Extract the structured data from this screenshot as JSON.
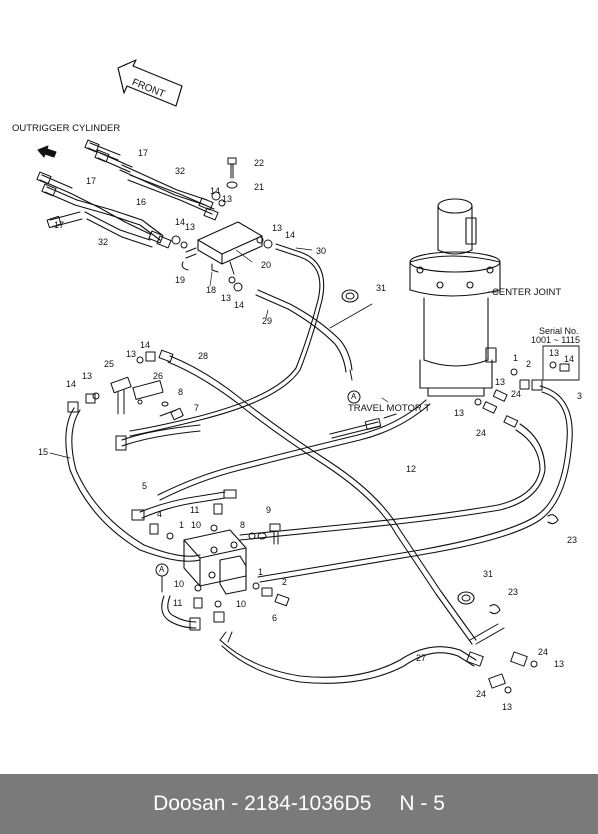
{
  "diagram": {
    "front_arrow_label": "FRONT",
    "labels": {
      "outrigger_cylinder": "OUTRIGGER CYLINDER",
      "center_joint": "CENTER JOINT",
      "travel_motor": "TRAVEL MOTOR  T",
      "serial_line1": "Serial No.",
      "serial_line2": "1001 ~ 1115",
      "circle_a_1": "A",
      "circle_a_2": "A"
    },
    "part_numbers": {
      "p22": "22",
      "p21": "21",
      "p17a": "17",
      "p32a": "32",
      "p14a": "14",
      "p13a": "13",
      "p17b": "17",
      "p16": "16",
      "p17c": "17",
      "p32b": "32",
      "p14b": "14",
      "p13b": "13",
      "p13c": "13",
      "p14c": "14",
      "p30": "30",
      "p20": "20",
      "p19": "19",
      "p18": "18",
      "p13d": "13",
      "p14d": "14",
      "p29": "29",
      "p31a": "31",
      "p14e": "14",
      "p13e": "13",
      "p25": "25",
      "p28": "28",
      "p26": "26",
      "p14f": "14",
      "p13f": "13",
      "p8a": "8",
      "p7": "7",
      "p15": "15",
      "p13s": "13",
      "p14s": "14",
      "p1a": "1",
      "p2a": "2",
      "p13g": "13",
      "p24a": "24",
      "p3": "3",
      "p13h": "13",
      "p24b": "24",
      "p12": "12",
      "p5": "5",
      "p4": "4",
      "p11a": "11",
      "p1b": "1",
      "p10a": "10",
      "p8b": "8",
      "p9": "9",
      "p23a": "23",
      "p10b": "10",
      "p1c": "1",
      "p2b": "2",
      "p11b": "11",
      "p10c": "10",
      "p6": "6",
      "p31b": "31",
      "p23b": "23",
      "p27": "27",
      "p24c": "24",
      "p13i": "13",
      "p24d": "24",
      "p13j": "13"
    }
  },
  "footer": {
    "brand": "Doosan",
    "separator": " - ",
    "part_number": "2184-1036D5",
    "page_ref": "N - 5"
  }
}
